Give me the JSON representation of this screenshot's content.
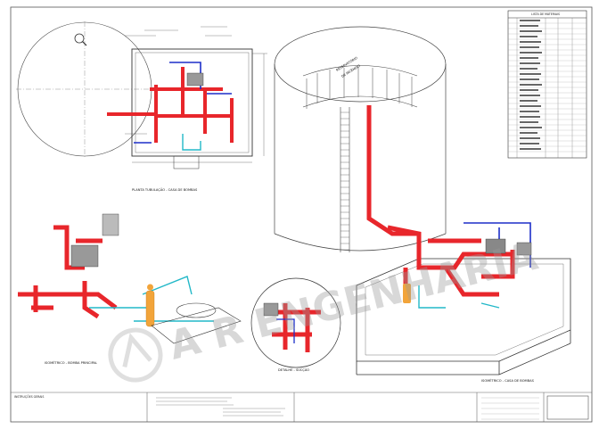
{
  "watermark": {
    "text": "A R ENGENHARIA"
  },
  "tank_label": {
    "line1": "RESERVATÓRIO",
    "line2": "DE INCÊNDIO"
  },
  "captions": {
    "plan": "PLANTA TUBULAÇÃO - CASA DE BOMBAS",
    "iso_left": "ISOMÉTRICO - BOMBA PRINCIPAL",
    "detail": "DETALHE - SUCÇÃO",
    "iso_right": "ISOMÉTRICO - CASA DE BOMBAS"
  },
  "left_note": "INSTRUÇÕES GERAIS",
  "table_header": "LISTA DE MATERIAIS",
  "colors": {
    "red": "#e8262b",
    "blue": "#1d2fc9",
    "cyan": "#22b8c8",
    "orange": "#f2a43a",
    "line": "#333333"
  }
}
